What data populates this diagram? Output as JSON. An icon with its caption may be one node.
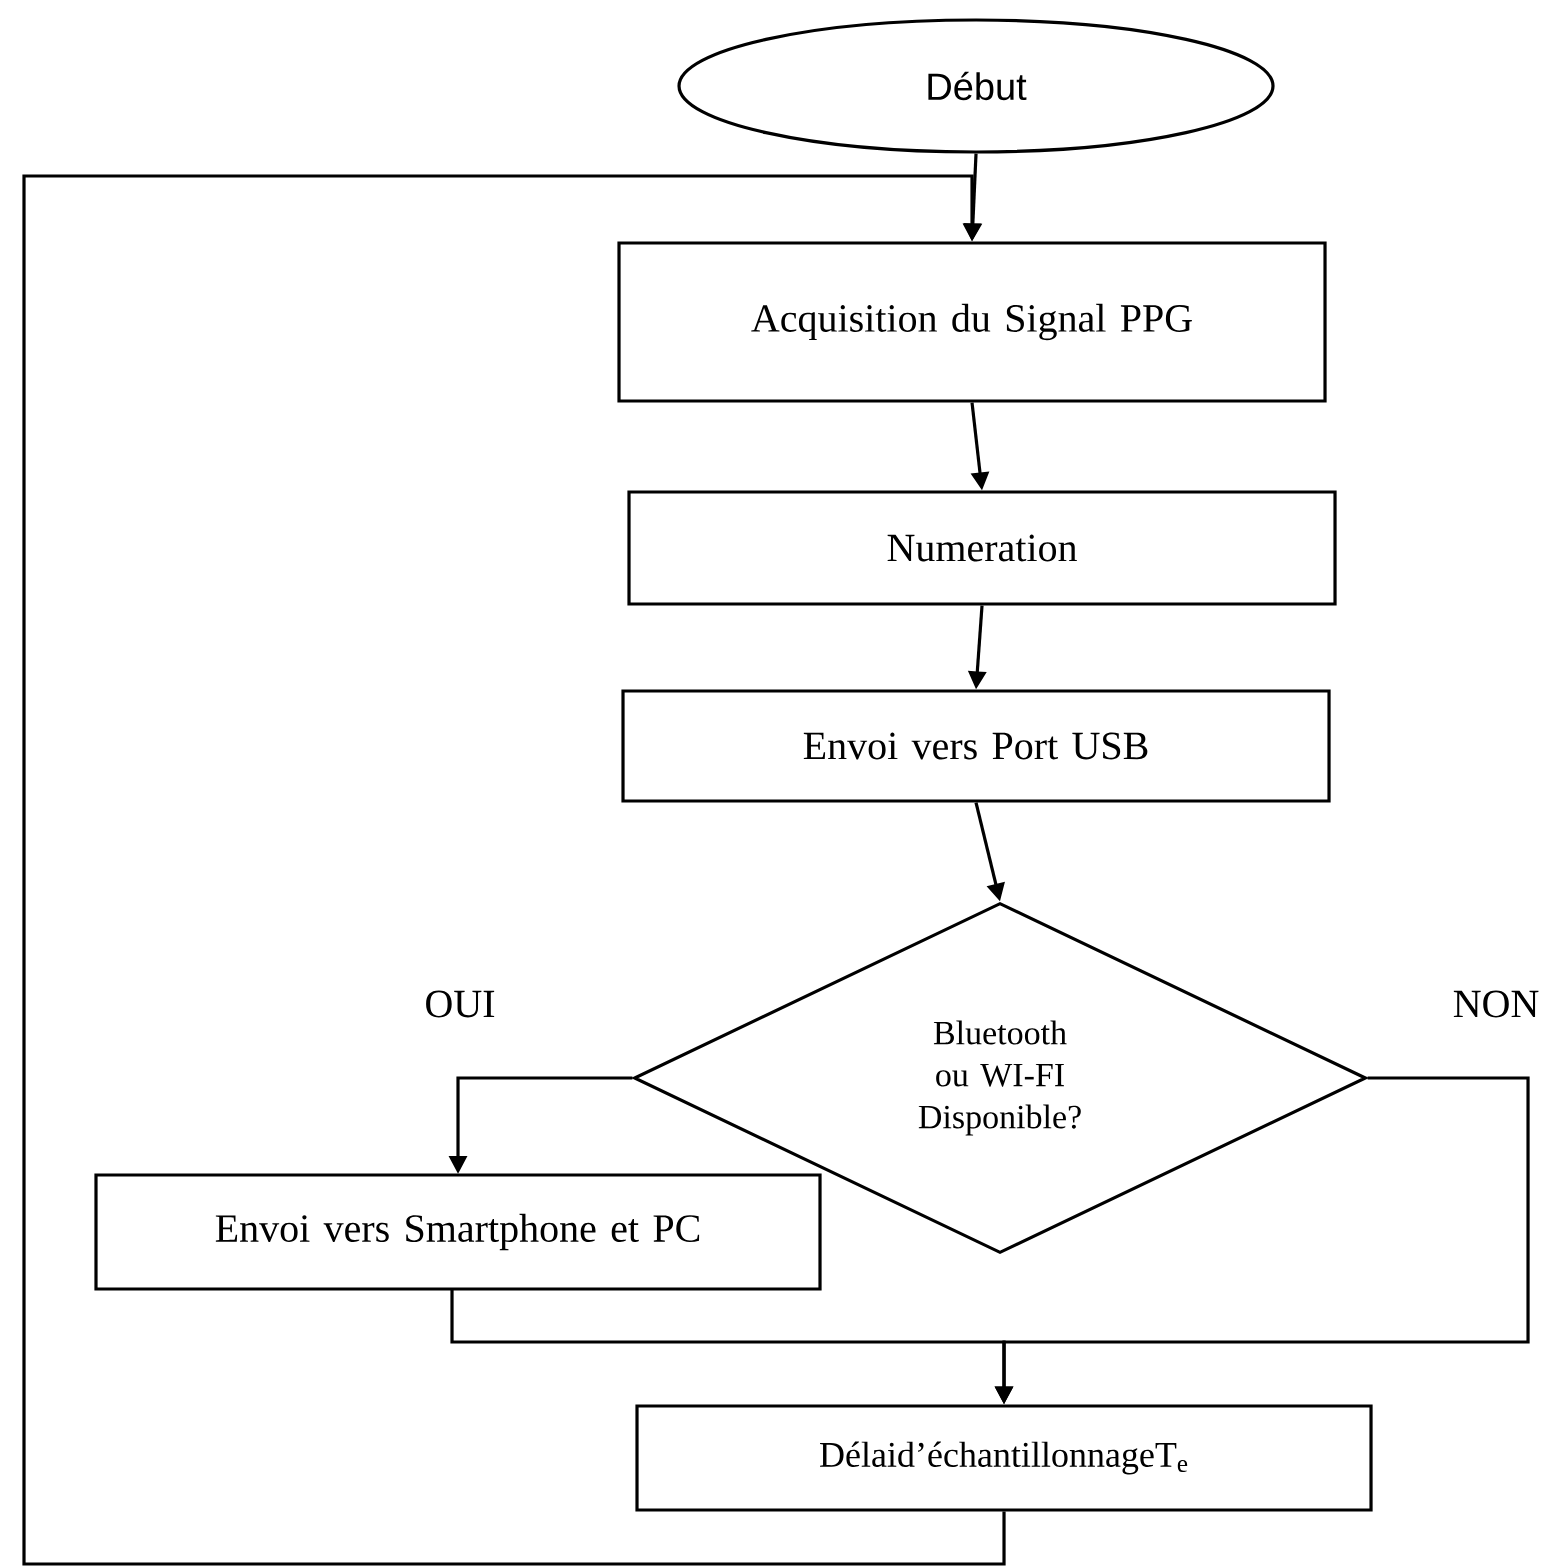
{
  "diagram": {
    "nodes": [
      {
        "text": [
          "Début"
        ]
      },
      {
        "text": [
          "Acquisition du Signal PPG"
        ]
      },
      {
        "text": [
          "Numeration"
        ]
      },
      {
        "text": [
          "Envoi vers Port USB"
        ]
      },
      {
        "text": [
          "Bluetooth ou WI-FI Disponible?"
        ]
      },
      {
        "text": [
          "Envoi vers Smartphone et PC"
        ]
      },
      {
        "text": [
          "Délaid’échantillonnageT$_{e}$"
        ]
      }
    ],
    "edges": [
      {
        "from": 0,
        "to": 1,
        "arrow": "to"
      },
      {
        "from": 1,
        "to": 2,
        "arrow": "to"
      },
      {
        "from": 2,
        "to": 3,
        "arrow": "to"
      },
      {
        "from": 3,
        "to": 4,
        "arrow": "to"
      },
      {
        "from": 4,
        "to": 5,
        "arrow": "to",
        "label": "OUI"
      },
      {
        "from": 4,
        "to": 6,
        "arrow": "to",
        "label": "NON"
      },
      {
        "from": 5,
        "to": 6,
        "arrow": "to"
      },
      {
        "from": 6,
        "to": 1,
        "arrow": "to"
      }
    ]
  }
}
